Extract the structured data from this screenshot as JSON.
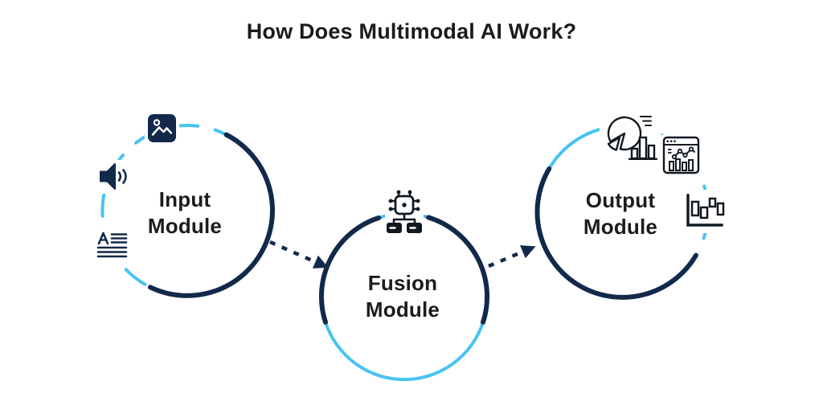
{
  "diagram": {
    "title": "How Does Multimodal AI Work?",
    "colors": {
      "navy": "#12294B",
      "light_blue": "#49C3F2",
      "icon_black": "#101820",
      "text": "#1B1B1B",
      "background": "#FFFFFF"
    },
    "modules": [
      {
        "name": "Input Module",
        "label": "Input\nModule",
        "icons": [
          "image-icon",
          "audio-speaker-icon",
          "text-document-icon"
        ]
      },
      {
        "name": "Fusion Module",
        "label": "Fusion\nModule",
        "icons": [
          "neural-network-chip-icon"
        ]
      },
      {
        "name": "Output Module",
        "label": "Output\nModule",
        "icons": [
          "pie-bar-chart-icon",
          "dashboard-line-chart-icon",
          "candlestick-chart-icon"
        ]
      }
    ],
    "connectors": [
      {
        "from": "Input Module",
        "to": "Fusion Module",
        "style": "dotted-arrow"
      },
      {
        "from": "Fusion Module",
        "to": "Output Module",
        "style": "dotted-arrow"
      }
    ]
  }
}
